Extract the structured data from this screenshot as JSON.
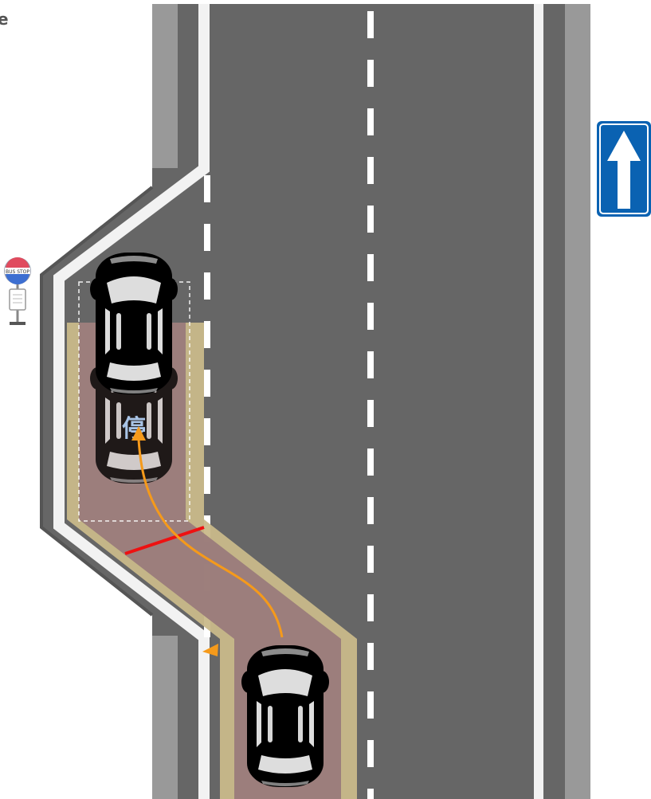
{
  "corner_text": "e",
  "bus_stop_sign": {
    "text": "BUS STOP"
  },
  "parked_car_ghost": {
    "label": "停"
  },
  "colors": {
    "road": "#666666",
    "sidewalk": "#999999",
    "lane_line": "#ffffff",
    "edge_line": "#f2f2f2",
    "bay_outline": "#555555",
    "curb_zone": "#c9b98a",
    "path_zone": "#9a7b7b",
    "red_car": "#f01c3c",
    "blue_car": "#1a98f5",
    "ghost_car": "#5a7fb0",
    "arrow": "#f59a1b",
    "red_line": "#ee1111",
    "sign_blue": "#0a62b2"
  },
  "icons": {
    "direction_sign": "up-arrow-sign-icon",
    "bus_stop": "bus-stop-icon",
    "path_arrow": "curved-arrow-icon"
  }
}
